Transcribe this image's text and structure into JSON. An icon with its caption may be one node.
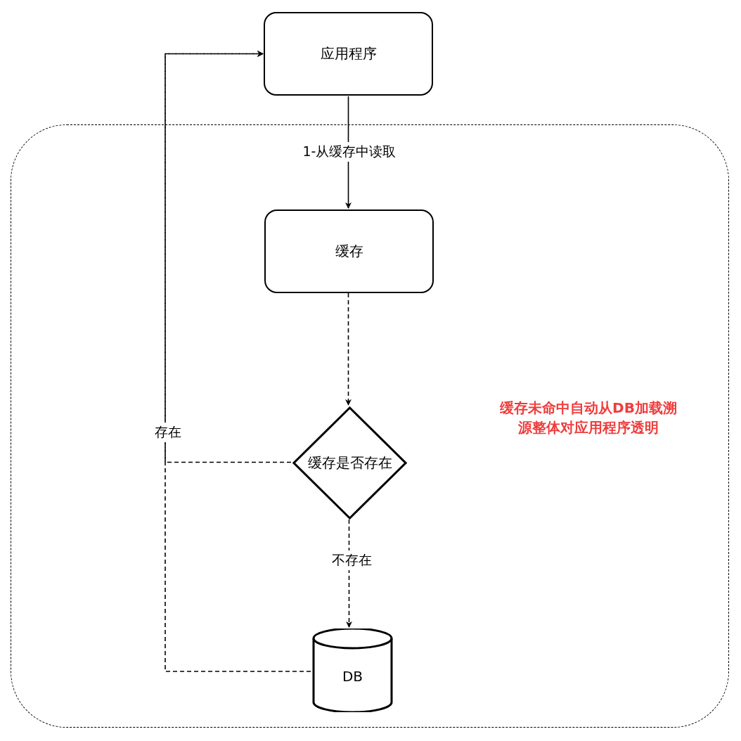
{
  "diagram": {
    "nodes": [
      {
        "text": [
          "缓存未命中自动从DB加载溯源整体对应用程序透明"
        ]
      },
      {
        "text": [
          "应用程序"
        ]
      },
      {
        "text": [
          "缓存"
        ],
        "in": 0
      },
      {
        "text": [
          "缓存是否存在"
        ],
        "in": 0
      },
      {
        "text": [
          "DB"
        ],
        "in": 0
      }
    ],
    "edges": [
      {
        "from": 1,
        "to": 2,
        "arrow": "to",
        "label": "1-从缓存中读取"
      },
      {
        "from": 2,
        "to": 3,
        "arrow": "to",
        "style": "dashed"
      },
      {
        "from": 3,
        "to": 1,
        "arrow": "to",
        "style": "dashed",
        "label": "存在"
      },
      {
        "from": 3,
        "to": 4,
        "arrow": "to",
        "style": "dashed",
        "label": "不存在"
      },
      {
        "from": 4,
        "to": 1,
        "arrow": "to",
        "style": "dashed"
      }
    ]
  }
}
